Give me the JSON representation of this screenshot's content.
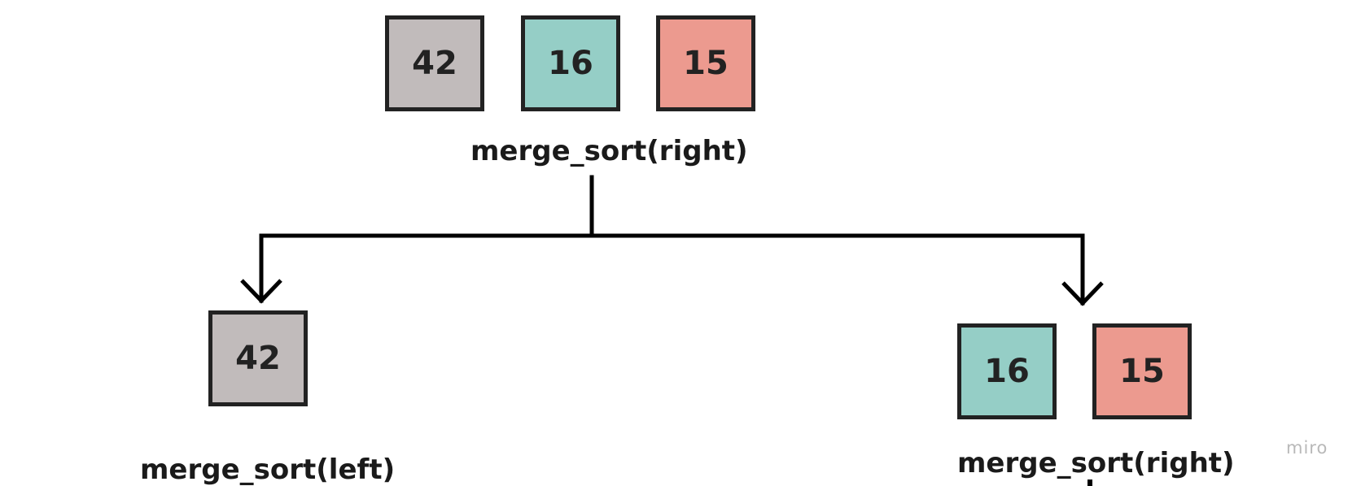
{
  "colors": {
    "grey": "#c1bbbb",
    "teal": "#95cec6",
    "salmon": "#ec9a8f",
    "stroke": "#222222"
  },
  "top": {
    "values": [
      "42",
      "16",
      "15"
    ],
    "label": "merge_sort(right)"
  },
  "left": {
    "values": [
      "42"
    ],
    "label": "merge_sort(left)"
  },
  "right": {
    "values": [
      "16",
      "15"
    ],
    "label": "merge_sort(right)"
  },
  "watermark": "miro"
}
